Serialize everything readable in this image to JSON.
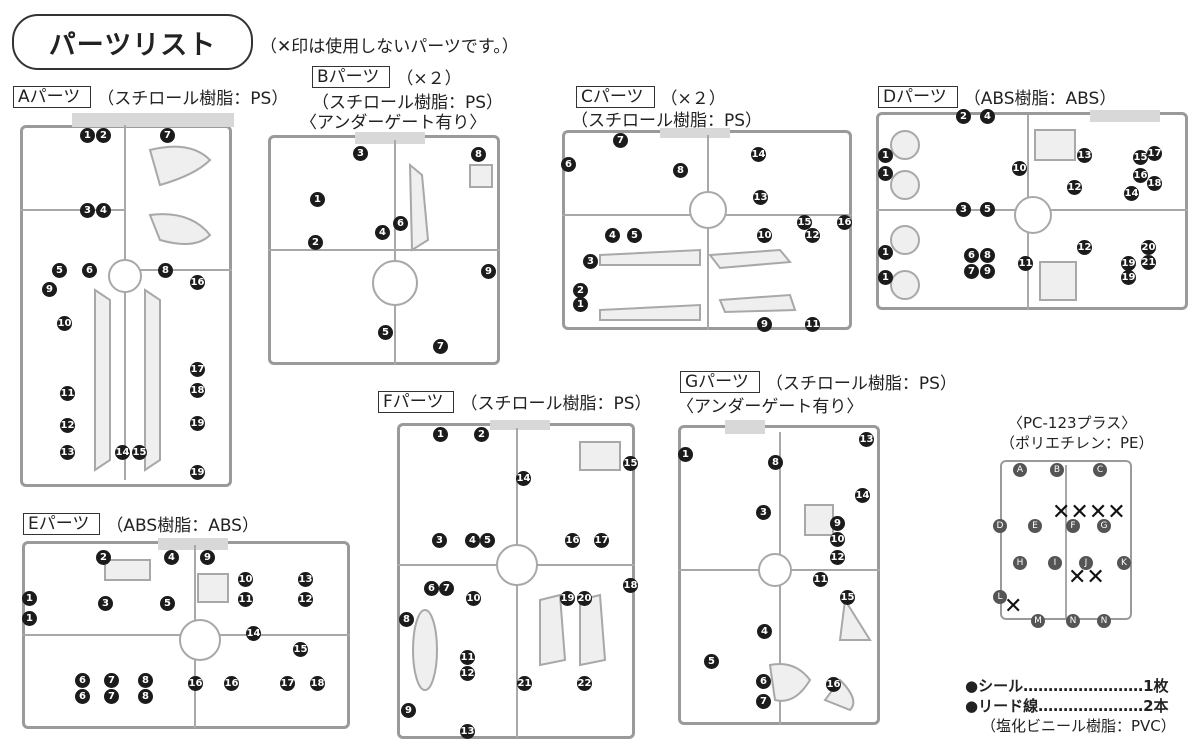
{
  "title": "パーツリスト",
  "note": "（✕印は使用しないパーツです。）",
  "parts": {
    "A": {
      "label": "Aパーツ",
      "material": "（スチロール樹脂：PS）"
    },
    "B": {
      "label": "Bパーツ",
      "count": "（×２）",
      "material": "（スチロール樹脂：PS）",
      "gate": "〈アンダーゲート有り〉"
    },
    "C": {
      "label": "Cパーツ",
      "count": "（×２）",
      "material": "（スチロール樹脂：PS）"
    },
    "D": {
      "label": "Dパーツ",
      "material": "（ABS樹脂：ABS）"
    },
    "E": {
      "label": "Eパーツ",
      "material": "（ABS樹脂：ABS）"
    },
    "F": {
      "label": "Fパーツ",
      "material": "（スチロール樹脂：PS）"
    },
    "G": {
      "label": "Gパーツ",
      "material": "（スチロール樹脂：PS）",
      "gate": "〈アンダーゲート有り〉"
    }
  },
  "pc": {
    "name": "〈PC-123プラス〉",
    "material": "（ポリエチレン：PE）",
    "letters": [
      "A",
      "B",
      "C",
      "D",
      "E",
      "F",
      "G",
      "H",
      "I",
      "J",
      "K",
      "L",
      "M",
      "N",
      "N"
    ]
  },
  "numbers": {
    "A": [
      "1",
      "2",
      "7",
      "3",
      "4",
      "5",
      "6",
      "8",
      "9",
      "10",
      "16",
      "17",
      "18",
      "11",
      "12",
      "19",
      "13",
      "14",
      "15",
      "19"
    ],
    "B": [
      "3",
      "8",
      "1",
      "6",
      "4",
      "2",
      "9",
      "5",
      "7"
    ],
    "C": [
      "7",
      "6",
      "8",
      "14",
      "13",
      "4",
      "5",
      "15",
      "16",
      "3",
      "10",
      "12",
      "2",
      "1",
      "9",
      "11"
    ],
    "D": [
      "2",
      "4",
      "1",
      "10",
      "13",
      "15",
      "17",
      "1",
      "16",
      "18",
      "12",
      "14",
      "3",
      "5",
      "6",
      "8",
      "7",
      "9",
      "12",
      "20",
      "11",
      "19",
      "21",
      "1",
      "19",
      "1"
    ],
    "E": [
      "2",
      "4",
      "9",
      "1",
      "1",
      "3",
      "5",
      "10",
      "13",
      "11",
      "12",
      "14",
      "15",
      "6",
      "7",
      "8",
      "6",
      "7",
      "8",
      "16",
      "16",
      "17",
      "18"
    ],
    "F": [
      "1",
      "2",
      "15",
      "14",
      "3",
      "4",
      "5",
      "16",
      "17",
      "6",
      "7",
      "18",
      "10",
      "19",
      "20",
      "8",
      "11",
      "12",
      "21",
      "22",
      "9",
      "13"
    ],
    "G": [
      "1",
      "8",
      "13",
      "3",
      "14",
      "9",
      "10",
      "12",
      "11",
      "15",
      "4",
      "5",
      "6",
      "16",
      "7"
    ]
  },
  "extras": {
    "seal": "●シール……………………1枚",
    "lead": "●リード線…………………2本",
    "lead_material": "（塩化ビニール樹脂：PVC）"
  }
}
